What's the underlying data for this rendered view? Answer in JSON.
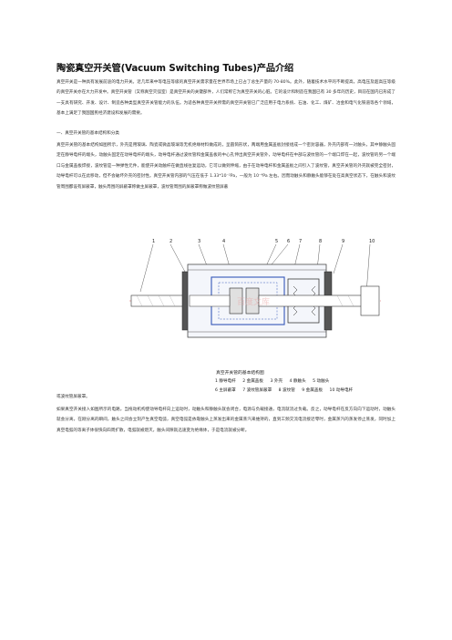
{
  "document": {
    "title": "陶瓷真空开关管(Vacuum Switching Tubes)产品介绍",
    "intro": "真空开关是一种具有发展前途的电力开关。近几年来中等电压等级的真空开关需求量在世界市场上已占了总生产量的 70-80%。此外，随着技术水平的不断提高，高电压及超高压等级的真空开关亦在大力开发中。真空开关管（又称真空灭弧室）是真空开关的关键部件，人们常称它为真空开关的心脏。它的设计和制造在我国已有 30 多年的历史，目前在国内已形成了一支具有研究、开发、设计、制造各种类型真空开关管能力的队伍。为适各种真空开关所需的真空开关管已广泛应用于电力系统、石油、化工、煤矿、冶金和电气化铁道等各个领域，基本上满足了我国国民经济建设和发展的需要。",
    "section_heading": "一、真空开关管的基本结构和分类",
    "structure": "真空开关管的基本结构如图所示，外壳是用玻璃、陶瓷或微晶玻璃等无机绝缘材料做成的，呈圆筒形状，两端用金属盖板封接组成一个密封容器，外壳内部有一对触头，其中静触头固定在静导电杆的端头，动触头固定在动导电杆的端头，动导电杆通过波纹管和金属盖板的中心孔伸出真空开关管外，动导电杆在中部与波纹管的一个端口焊在一起，波纹管的另一个端口与金属盖板焊接，波纹管是一种弹性元件，能使开关动触杆在做直线往复运动，它可以做到伸缩，由于在动导电杆和金属盖板之间引入了波纹管，真空开关管的外壳就被完全密封，动导电杆可以在此移动，但不会破坏外壳的密封性。真空开关管内部的气压在低于 1.33*10⁻²Pa，一般为 10⁻⁴Pa 左右。因而动触头和静触头能够在处在高真空状态下，在触头和波纹管周围都设有屏蔽罩，触头周围的屏蔽罩称做主屏蔽罩，波纹管周围的屏蔽罩称做波纹管屏蔽",
    "structure_tail": "或波纹管屏蔽罩。",
    "operation": "如果真空开关接入如图所示的电路，当拖动机构使动导电杆向上运动时，动触头和静触头就会闭合，电源与负载接通，电流就流过负载。反之，动导电杆在反方向向下运动时，动触头就会分离，在刚分离的瞬间，触头之间会立刻产生真空电弧，真空电弧是依靠触头上蒸发出来的金属蒸汽来维持的，直到工频交流电流接近零时，金属蒸汽的蒸发停止蒸发，同时加上真空电弧的等离子体很快向四周扩散，电弧就被熄灭，触头间隙就迅速变为绝缘体，于是电流就被分断。"
  },
  "figure": {
    "caption": "真空开关管的基本结构图",
    "callouts": [
      "1",
      "2",
      "3",
      "4",
      "5",
      "6",
      "7",
      "8",
      "9",
      "10"
    ],
    "watermark": "百度文库",
    "legend_rows": [
      [
        "1 静导电杆",
        "2 金属盖板",
        "3 外壳",
        "4 静触头",
        "5 动触头"
      ],
      [
        "6 主屏蔽罩",
        "7 波纹管屏蔽罩",
        "8 波纹管",
        "9 金属盖板",
        "10 动导电杆"
      ]
    ]
  }
}
